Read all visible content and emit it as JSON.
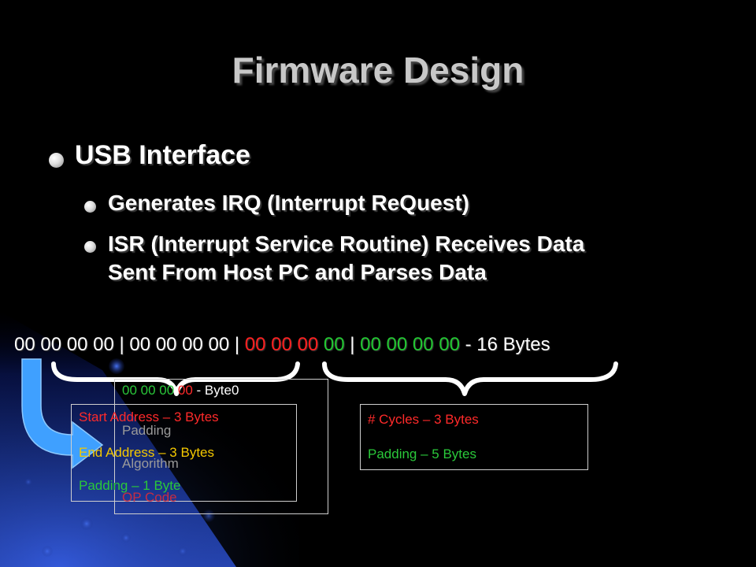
{
  "slide": {
    "title": "Firmware Design",
    "bullet1": "USB Interface",
    "bullet2a": "Generates IRQ (Interrupt ReQuest)",
    "bullet2b_line1": "ISR (Interrupt Service Routine) Receives Data",
    "bullet2b_line2": "Sent From Host PC and Parses Data"
  },
  "bytes_line": {
    "g1": "00 00 00 00",
    "sep1": " | ",
    "g2": "00 00 00 00",
    "sep2": " | ",
    "g3_red": "00 00 00",
    "g3_green": " 00",
    "sep3": " | ",
    "g4": "00 00 00 00",
    "suffix": "  - 16 Bytes"
  },
  "box_left": {
    "start_address": "Start Address – 3 Bytes",
    "end_address": "End Address – 3 Bytes",
    "padding": "Padding – 1 Byte"
  },
  "box_back": {
    "bytes_green": "00 00 00",
    "bytes_red": " 00",
    "byte0_suffix": "  -  Byte0",
    "padding": "Padding",
    "algorithm": "Algorithm",
    "op_code": "OP Code"
  },
  "box_right": {
    "cycles": "# Cycles – 3 Bytes",
    "padding": "Padding – 5 Bytes"
  },
  "colors": {
    "title": "#c8c8c8",
    "red": "#ff2020",
    "green": "#22c832",
    "yellow": "#f4c800",
    "arrow": "#3fa0ff",
    "background": "#000000"
  }
}
